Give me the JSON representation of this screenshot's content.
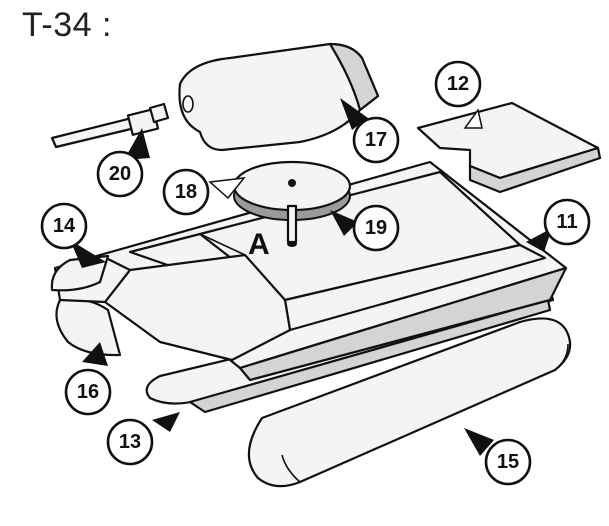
{
  "title": "T-34 :",
  "marker_letter": "A",
  "callouts": {
    "p11": "11",
    "p12": "12",
    "p13": "13",
    "p14": "14",
    "p15": "15",
    "p16": "16",
    "p17": "17",
    "p18": "18",
    "p19": "19",
    "p20": "20"
  }
}
